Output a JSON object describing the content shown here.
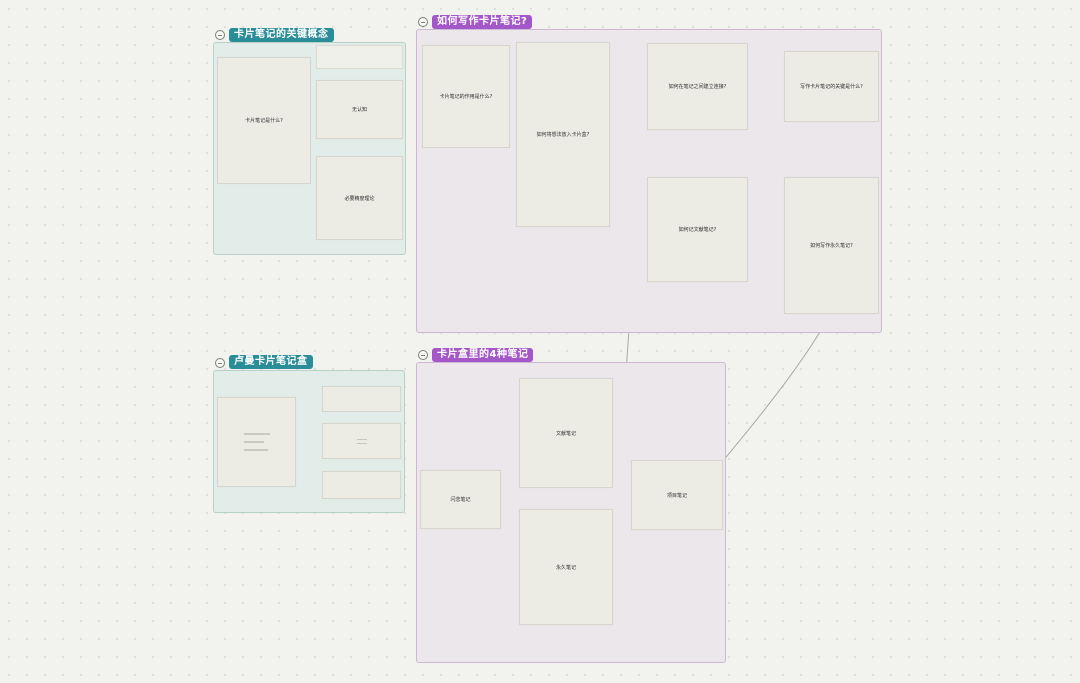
{
  "groups": {
    "concepts": {
      "title": "卡片笔记的关键概念"
    },
    "howto": {
      "title": "如何写作卡片笔记?"
    },
    "box": {
      "title": "卢曼卡片笔记盒"
    },
    "four": {
      "title": "卡片盒里的4种笔记"
    }
  },
  "cards": {
    "what_is": "卡片笔记是什么?",
    "blank_top": "",
    "reader_is": "无认知",
    "must_explain": "必要精度理论",
    "role": "卡片笔记的作用是什么?",
    "into_box": "如何将想法放入卡片盒?",
    "link": "如何在笔记之间建立连接?",
    "key_write": "写作卡片笔记的关键是什么?",
    "lit_note_q": "如何记文献笔记?",
    "perm_note_q": "如何写作永久笔记?",
    "lit_note": "文献笔记",
    "flash_note": "闪念笔记",
    "perm_note": "永久笔记",
    "proj_note": "项目笔记"
  },
  "colors": {
    "teal_label": "#2a8d98",
    "purple_label": "#a457c8",
    "edge": "#a9a9a4"
  }
}
